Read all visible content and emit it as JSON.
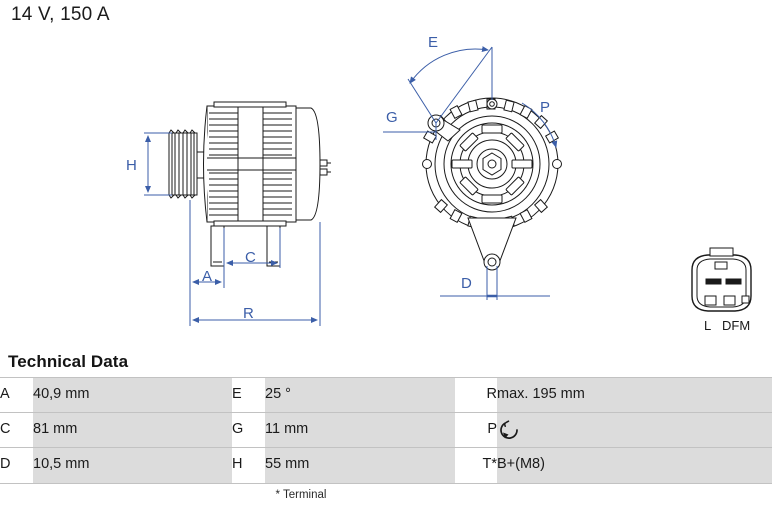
{
  "header": {
    "title": "14 V, 150 A"
  },
  "drawing": {
    "side_view": {
      "dimension_labels": [
        "H",
        "A",
        "C",
        "R"
      ]
    },
    "front_view": {
      "dimension_labels": [
        "E",
        "G",
        "P",
        "D"
      ]
    },
    "connector": {
      "pin_labels": [
        "L",
        "DFM"
      ]
    }
  },
  "tech": {
    "heading": "Technical Data",
    "rows": [
      {
        "k1": "A",
        "v1": "40,9 mm",
        "k2": "E",
        "v2": "25 °",
        "k3": "R",
        "v3": "max. 195 mm"
      },
      {
        "k1": "C",
        "v1": "81 mm",
        "k2": "G",
        "v2": "11 mm",
        "k3": "P",
        "v3": ""
      },
      {
        "k1": "D",
        "v1": "10,5 mm",
        "k2": "H",
        "v2": "55 mm",
        "k3": "T*",
        "v3": "B+(M8)"
      }
    ],
    "footnote": "* Terminal",
    "rotation_icon": "counterclockwise-rotation-icon"
  },
  "colors": {
    "dimension_blue": "#3b5ea8",
    "drawing_line": "#1a1a1a",
    "cell_gray": "#dcdcdc",
    "rule_gray": "#c2c2c2"
  }
}
